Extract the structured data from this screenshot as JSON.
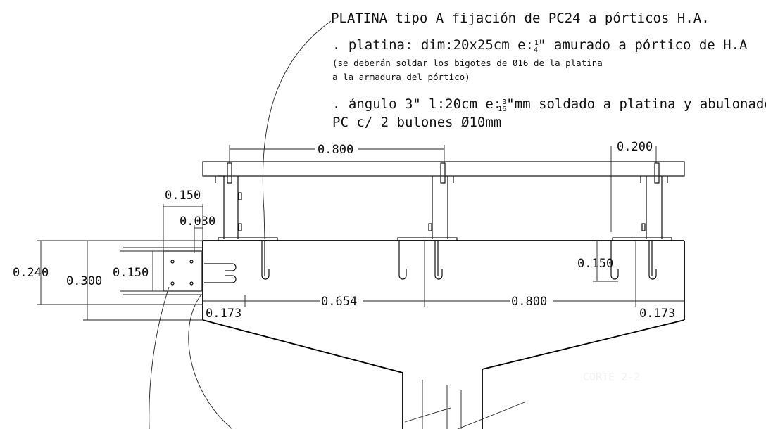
{
  "note": {
    "title": "PLATINA tipo A fijación de PC24 a pórticos H.A.",
    "line1_pre": ". platina: dim:20x25cm e:",
    "line1_frac_num": "1",
    "line1_frac_den": "4",
    "line1_post": "\" amurado a pórtico de H.A",
    "line2": "(se deberán soldar los bigotes de Ø16 de la platina",
    "line3": "a la armadura del pórtico)",
    "line4_pre": ". ángulo 3\" l:20cm e:",
    "line4_frac_num": "3",
    "line4_frac_den": "16",
    "line4_post": "\"mm soldado a platina y abulonado a",
    "line5": "PC c/ 2 bulones Ø10mm"
  },
  "dimensions": {
    "top_span": "0.800",
    "top_right": "0.200",
    "plate_width": "0.150",
    "plate_gap": "0.030",
    "height_outer": "0.240",
    "height_mid": "0.300",
    "height_inner": "0.150",
    "edge_left": "0.173",
    "span_left": "0.654",
    "span_right": "0.800",
    "edge_right": "0.173",
    "anchor_height": "0.150"
  },
  "section_label": "CORTE 2-2"
}
